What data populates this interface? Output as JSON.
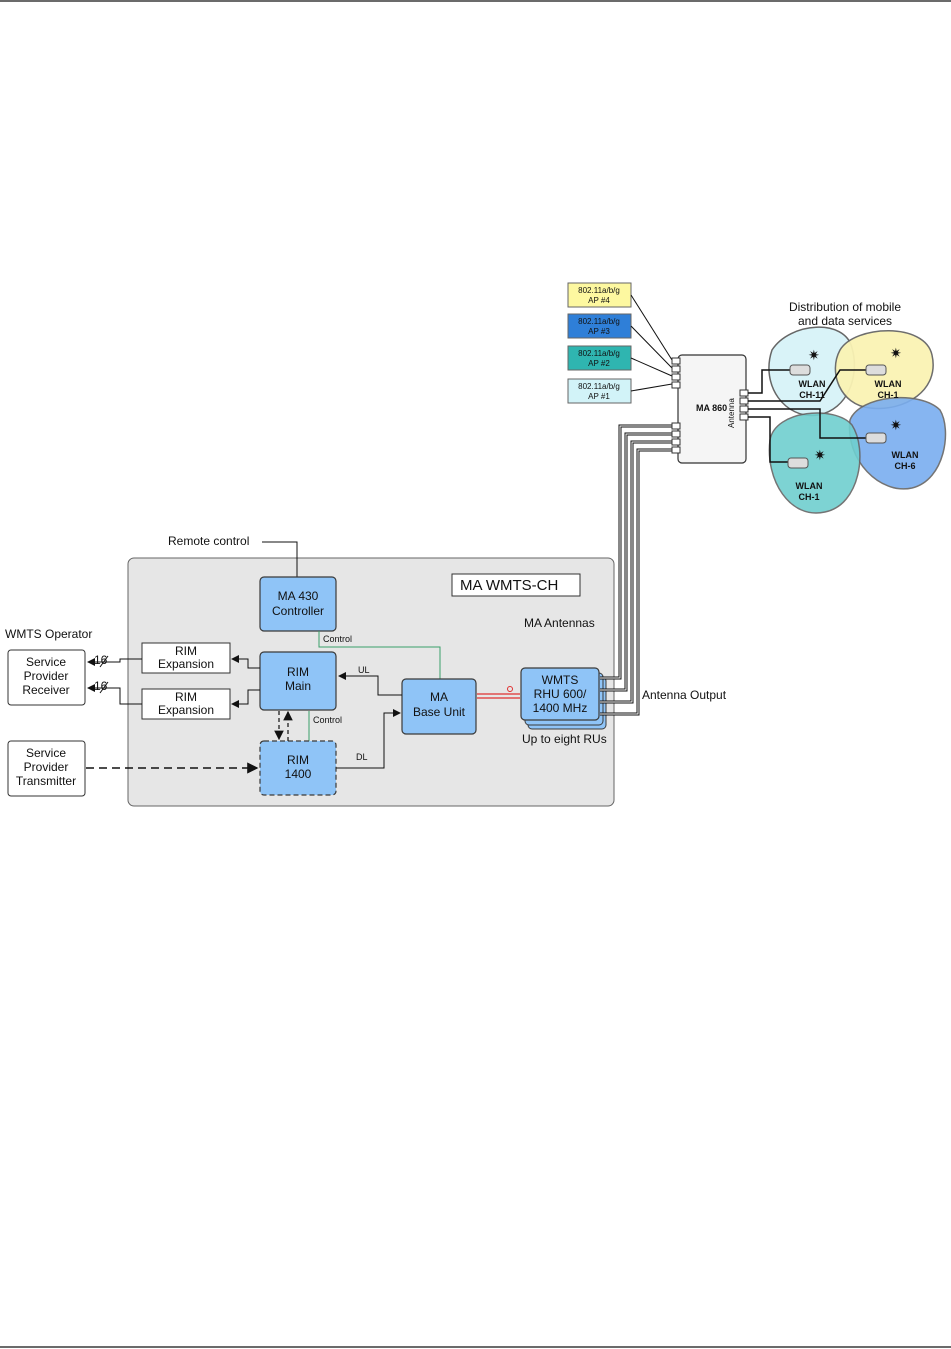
{
  "diagram": {
    "system_title": "MA WMTS-CH",
    "remote_control": "Remote control",
    "wmts_operator": "WMTS Operator",
    "ma_antennas": "MA Antennas",
    "antenna_output": "Antenna Output",
    "up_to_eight": "Up to eight RUs",
    "distribution_line1": "Distribution of mobile",
    "distribution_line2": "and data services",
    "control_label": "Control",
    "ul_label": "UL",
    "dl_label": "DL",
    "count_16": "16",
    "controller": {
      "line1": "MA 430",
      "line2": "Controller"
    },
    "rim_main": {
      "line1": "RIM",
      "line2": "Main"
    },
    "rim_1400": {
      "line1": "RIM",
      "line2": "1400"
    },
    "rim_expansion": {
      "line1": "RIM",
      "line2": "Expansion"
    },
    "base_unit": {
      "line1": "MA",
      "line2": "Base Unit"
    },
    "rhu": {
      "line1": "WMTS",
      "line2": "RHU 600/",
      "line3": "1400 MHz"
    },
    "receiver": {
      "line1": "Service",
      "line2": "Provider",
      "line3": "Receiver"
    },
    "transmitter": {
      "line1": "Service",
      "line2": "Provider",
      "line3": "Transmitter"
    },
    "ma860": {
      "label": "MA 860",
      "antenna": "Antenna"
    },
    "access_points": [
      {
        "line1": "802.11a/b/g",
        "line2": "AP #4",
        "color": "#fdf8a0"
      },
      {
        "line1": "802.11a/b/g",
        "line2": "AP #3",
        "color": "#2f7fd8"
      },
      {
        "line1": "802.11a/b/g",
        "line2": "AP #2",
        "color": "#2fb5b0"
      },
      {
        "line1": "802.11a/b/g",
        "line2": "AP #1",
        "color": "#d2f3f8"
      }
    ],
    "wlan_cells": [
      {
        "line1": "WLAN",
        "line2": "CH-11",
        "color": "#d9f3f8"
      },
      {
        "line1": "WLAN",
        "line2": "CH-1",
        "color": "#faf3b4"
      },
      {
        "line1": "WLAN",
        "line2": "CH-6",
        "color": "#7aaef0"
      },
      {
        "line1": "WLAN",
        "line2": "CH-1",
        "color": "#6fcfcf"
      }
    ],
    "colors": {
      "unit_fill": "#8fc4f7",
      "unit_stroke": "#3a3a3a",
      "panel_fill": "#e6e6e6",
      "control_line": "#3aa06a",
      "rf_line": "#e03030"
    }
  }
}
